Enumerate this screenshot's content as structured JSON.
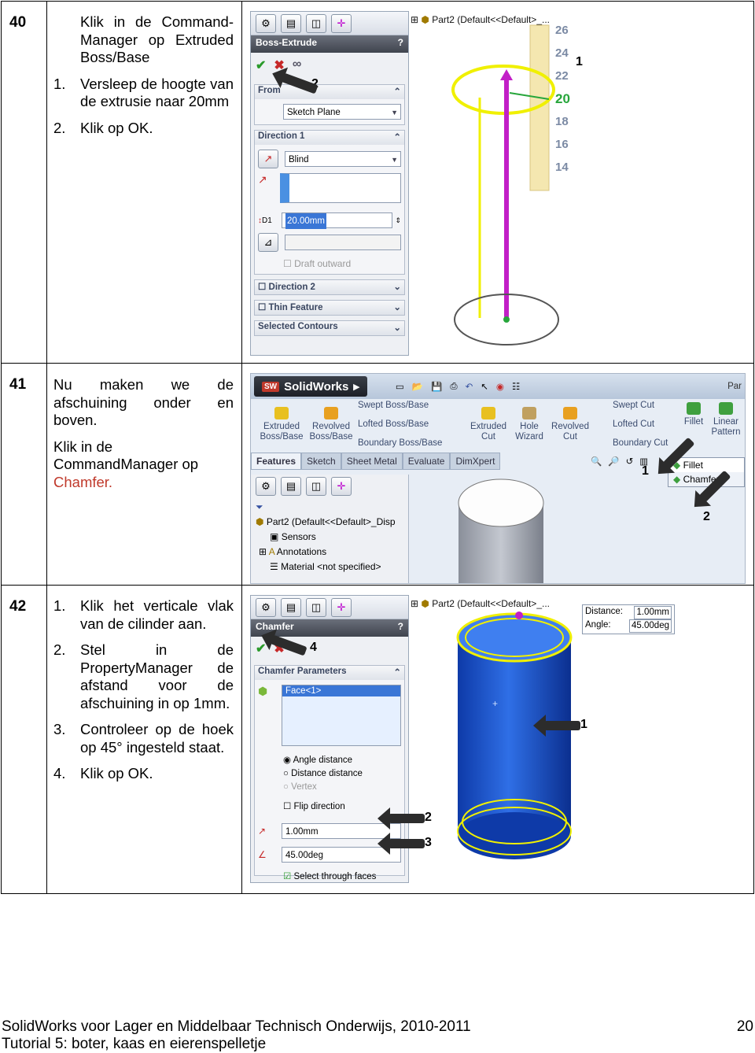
{
  "steps": [
    {
      "number": "40",
      "intro": "Klik in de Command-Manager op Extruded Boss/Base",
      "items": [
        {
          "n": "1.",
          "text": "Versleep de hoogte van de extrusie naar 20mm"
        },
        {
          "n": "2.",
          "text": "Klik op OK."
        }
      ],
      "screenshot": {
        "tree_title": "Part2  (Default<<Default>_...",
        "pm_title": "Boss-Extrude",
        "help": "?",
        "from_label": "From",
        "from_value": "Sketch Plane",
        "direction1_label": "Direction 1",
        "direction1_value": "Blind",
        "depth_value": "20.00mm",
        "draft_outward": "Draft outward",
        "direction2_label": "Direction 2",
        "thin_feature_label": "Thin Feature",
        "selected_contours_label": "Selected Contours",
        "ruler_ticks": [
          "26",
          "24",
          "22",
          "20",
          "18",
          "16",
          "14"
        ],
        "callouts": [
          "1",
          "2"
        ],
        "d1": "D1"
      }
    },
    {
      "number": "41",
      "line1": "Nu maken we de afschuining onder en boven.",
      "line2_prefix": "Klik in de CommandManager op ",
      "line2_highlight": "Chamfer.",
      "screenshot": {
        "logo": "SolidWorks",
        "logo_mark": "SW",
        "right_label": "Par",
        "commands": {
          "extruded": "Extruded Boss/Base",
          "revolved": "Revolved Boss/Base",
          "swept": "Swept Boss/Base",
          "lofted": "Lofted Boss/Base",
          "boundary": "Boundary Boss/Base",
          "ext_cut": "Extruded Cut",
          "hole": "Hole Wizard",
          "rev_cut": "Revolved Cut",
          "swept_cut": "Swept Cut",
          "lofted_cut": "Lofted Cut",
          "boundary_cut": "Boundary Cut",
          "fillet": "Fillet",
          "linear": "Linear Pattern"
        },
        "tabs": [
          "Features",
          "Sketch",
          "Sheet Metal",
          "Evaluate",
          "DimXpert"
        ],
        "menu": [
          "Fillet",
          "Chamfer"
        ],
        "tree_root": "Part2  (Default<<Default>_Disp",
        "tree_items": [
          "Sensors",
          "Annotations",
          "Material <not specified>"
        ],
        "callouts": [
          "1",
          "2"
        ]
      }
    },
    {
      "number": "42",
      "items": [
        {
          "n": "1.",
          "text": "Klik het verticale vlak van de cilinder aan."
        },
        {
          "n": "2.",
          "text": "Stel in de PropertyManager de afstand voor de afschuining in op 1mm."
        },
        {
          "n": "3.",
          "text": "Controleer op de hoek op 45° ingesteld staat."
        },
        {
          "n": "4.",
          "text": "Klik op OK."
        }
      ],
      "screenshot": {
        "tree_title": "Part2  (Default<<Default>_...",
        "pm_title": "Chamfer",
        "help": "?",
        "params_label": "Chamfer Parameters",
        "selection": "Face<1>",
        "opt_angle": "Angle distance",
        "opt_distance": "Distance distance",
        "opt_vertex": "Vertex",
        "flip": "Flip direction",
        "distance_value": "1.00mm",
        "angle_value": "45.00deg",
        "select_through": "Select through faces",
        "tip_distance_label": "Distance:",
        "tip_distance_value": "1.00mm",
        "tip_angle_label": "Angle:",
        "tip_angle_value": "45.00deg",
        "callouts": [
          "1",
          "2",
          "3",
          "4"
        ]
      }
    }
  ],
  "footer": {
    "left_line1": "SolidWorks voor Lager en Middelbaar Technisch Onderwijs, 2010-2011",
    "left_line2": "Tutorial 5: boter, kaas en eierenspelletje",
    "page": "20"
  }
}
